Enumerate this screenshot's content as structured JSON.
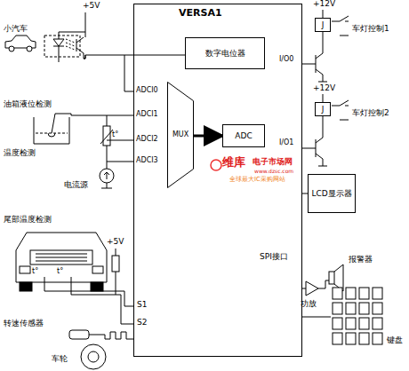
{
  "diagram": {
    "nodes": [
      {
        "text": [
          "VERSA1"
        ]
      },
      {
        "text": [
          "数字电位器"
        ],
        "in": 0
      },
      {
        "text": [
          "MUX"
        ],
        "in": 0
      },
      {
        "text": [
          "ADC"
        ],
        "in": 0
      },
      {
        "text": [
          "J"
        ]
      },
      {
        "text": [
          "J"
        ]
      },
      {
        "text": [
          "LCD显示器"
        ]
      },
      {
        "text": [
          "键盘"
        ]
      }
    ],
    "edges": [
      {
        "from": 2,
        "to": 3,
        "arrow": "to"
      },
      {
        "from": 6,
        "to": 0,
        "arrow": "none"
      },
      {
        "from": 0,
        "to": 7,
        "arrow": "none"
      }
    ],
    "labels": [
      "+5V",
      "小汽车",
      "ADCI0",
      "ADCI1",
      "ADCI2",
      "ADCI3",
      "油箱液位检测",
      "温度检测",
      "电流源",
      "尾部温度检测",
      "+5V",
      "S1",
      "S2",
      "转速传感器",
      "车轮",
      "+12V",
      "车灯控制1",
      "I/O0",
      "+12V",
      "车灯控制2",
      "I/O1",
      "SPI接口",
      "功放",
      "报警器",
      "维库",
      "电子市场网",
      "www.dzsc.com",
      "全球最大IC采购网站",
      "t°",
      "t°",
      "t°"
    ]
  }
}
